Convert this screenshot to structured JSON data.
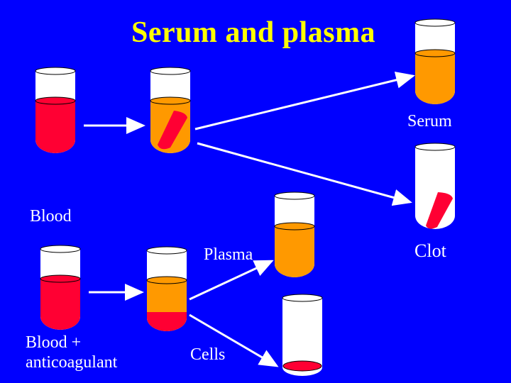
{
  "title": "Serum and plasma",
  "labels": {
    "serum": "Serum",
    "blood": "Blood",
    "plasma": "Plasma",
    "clot": "Clot",
    "blood_anticoagulant_line1": "Blood +",
    "blood_anticoagulant_line2": "anticoagulant",
    "cells": "Cells"
  },
  "colors": {
    "background": "#0000ff",
    "title": "#ffff00",
    "blood": "#ff0033",
    "serum_plasma": "#ff9900",
    "tube_glass": "#ffffff",
    "text": "#ffffff"
  }
}
